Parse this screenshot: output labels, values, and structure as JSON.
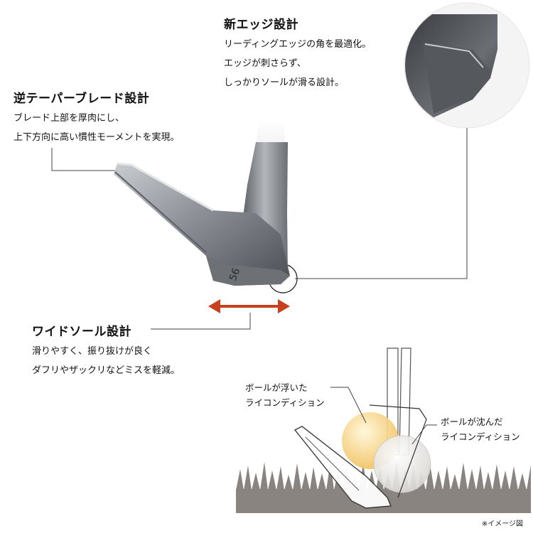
{
  "new_edge": {
    "heading": "新エッジ設計",
    "lines": [
      "リーディングエッジの角を最適化。",
      "エッジが刺さらず、",
      "しっかりソールが滑る設計。"
    ]
  },
  "reverse_taper": {
    "heading": "逆テーパーブレード設計",
    "lines": [
      "ブレード上部を厚肉にし、",
      "上下方向に高い慣性モーメントを実現。"
    ]
  },
  "wide_sole": {
    "heading": "ワイドソール設計",
    "lines": [
      "滑りやすく、振り抜けが良く",
      "ダフリやザックリなどミスを軽減。"
    ]
  },
  "ball_floating": {
    "lines": [
      "ボールが浮いた",
      "ライコンディション"
    ]
  },
  "ball_sunk": {
    "lines": [
      "ボールが沈んだ",
      "ライコンディション"
    ]
  },
  "footnote": "※イメージ図",
  "club_sole_mark": "56",
  "colors": {
    "arrow": "#c8411f",
    "leader_line": "#444444",
    "grass": "#8a8480",
    "ball_floating": "#f2c66a",
    "ball_sunk": "#e8e6e2"
  }
}
